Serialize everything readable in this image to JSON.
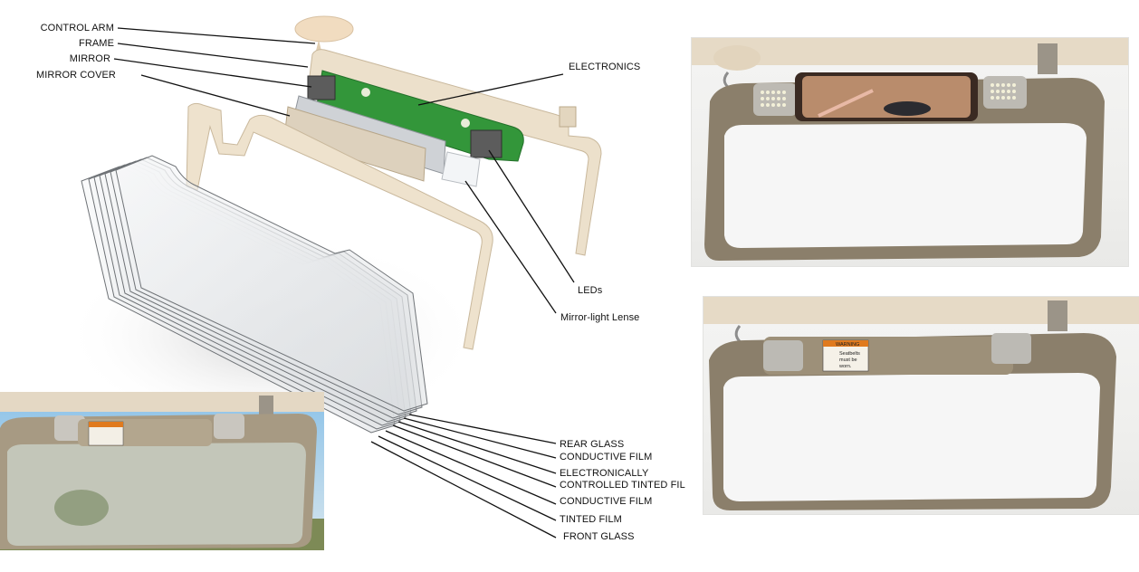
{
  "diagram": {
    "left_labels": {
      "control_arm": "CONTROL ARM",
      "frame": "FRAME",
      "mirror": "MIRROR",
      "mirror_cover": "MIRROR COVER"
    },
    "right_labels": {
      "electronics": "ELECTRONICS",
      "leds": "LEDs",
      "mirror_light_lense": "Mirror-light Lense"
    },
    "glass_stack_labels": [
      "REAR GLASS",
      "CONDUCTIVE FILM",
      "ELECTRONICALLY",
      "CONTROLLED TINTED FIL",
      "CONDUCTIVE FILM",
      "TINTED FILM",
      "FRONT GLASS"
    ],
    "warning_sticker": {
      "header": "WARNING",
      "line1": "Seatbelts",
      "line2": "must be",
      "line3": "worn."
    },
    "colors": {
      "frame_beige": "#e6d6bd",
      "pcb_green": "#2f8f2f",
      "visor_taupe": "#8a7d68",
      "headliner": "#e4d8c4",
      "sky_blue": "#9cc8e6"
    }
  }
}
